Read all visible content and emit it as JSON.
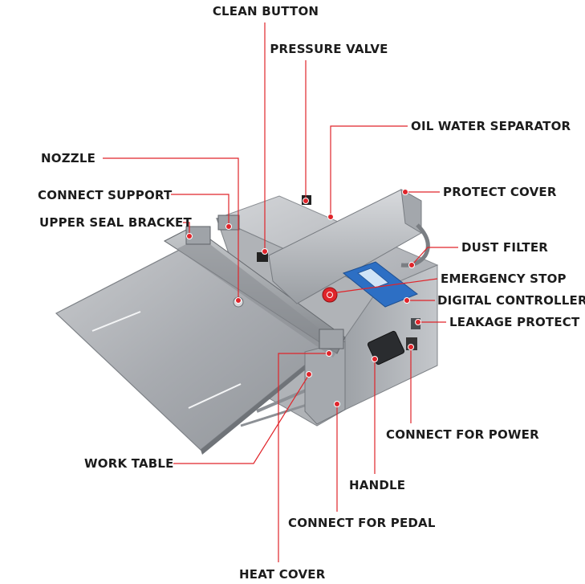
{
  "labels": {
    "clean_button": "CLEAN BUTTON",
    "pressure_valve": "PRESSURE VALVE",
    "oil_water_separator": "OIL WATER SEPARATOR",
    "nozzle": "NOZZLE",
    "connect_support": "CONNECT SUPPORT",
    "protect_cover": "PROTECT COVER",
    "upper_seal_bracket": "UPPER SEAL BRACKET",
    "dust_filter": "DUST FILTER",
    "emergency_stop": "EMERGENCY STOP",
    "digital_controller": "DIGITAL CONTROLLER",
    "leakage_protect": "LEAKAGE PROTECT",
    "connect_for_power": "CONNECT FOR POWER",
    "work_table": "WORK TABLE",
    "handle": "HANDLE",
    "connect_for_pedal": "CONNECT FOR PEDAL",
    "heat_cover": "HEAT COVER"
  },
  "colors": {
    "leader": "#e0242a",
    "text": "#1c1c1c",
    "steel": "#b9bcc0",
    "panel": "#2d6fc4"
  }
}
